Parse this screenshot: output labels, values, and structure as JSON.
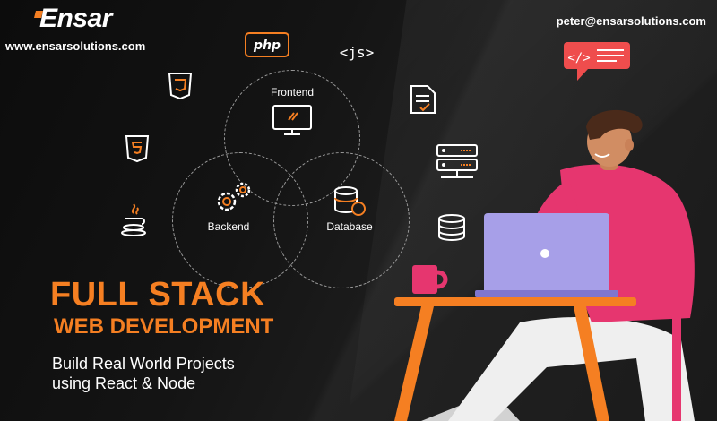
{
  "brand": {
    "name": "Ensar",
    "website": "www.ensarsolutions.com",
    "email": "peter@ensarsolutions.com"
  },
  "diagram": {
    "frontend": "Frontend",
    "backend": "Backend",
    "database": "Database"
  },
  "icons": {
    "php": "php",
    "js": "<js>"
  },
  "headline": {
    "title_line1": "FULL STACK",
    "title_line2": "WEB DEVELOPMENT",
    "subtitle_line1": "Build Real World Projects",
    "subtitle_line2": "using React & Node"
  },
  "colors": {
    "accent": "#f57f22",
    "pink": "#e6366f",
    "laptop": "#a79fe8",
    "background": "#141414"
  }
}
